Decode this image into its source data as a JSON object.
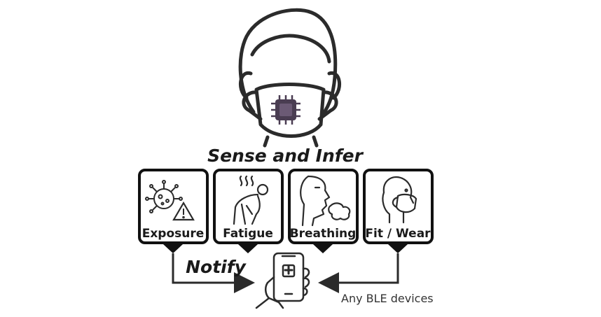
{
  "diagram": {
    "sense_label": "Sense and Infer",
    "notify_label": "Notify",
    "ble_label": "Any BLE devices",
    "cards": [
      {
        "label": "Exposure",
        "icon": "virus-warning-icon"
      },
      {
        "label": "Fatigue",
        "icon": "fatigued-person-icon"
      },
      {
        "label": "Breathing",
        "icon": "breathing-face-icon"
      },
      {
        "label": "Fit / Wear",
        "icon": "mask-fit-icon"
      }
    ],
    "icons": {
      "head": "masked-head-icon",
      "chip": "microchip-icon",
      "phone": "phone-medical-icon"
    },
    "colors": {
      "stroke": "#2b2b2b",
      "chip_fill": "#4a3d52"
    }
  }
}
